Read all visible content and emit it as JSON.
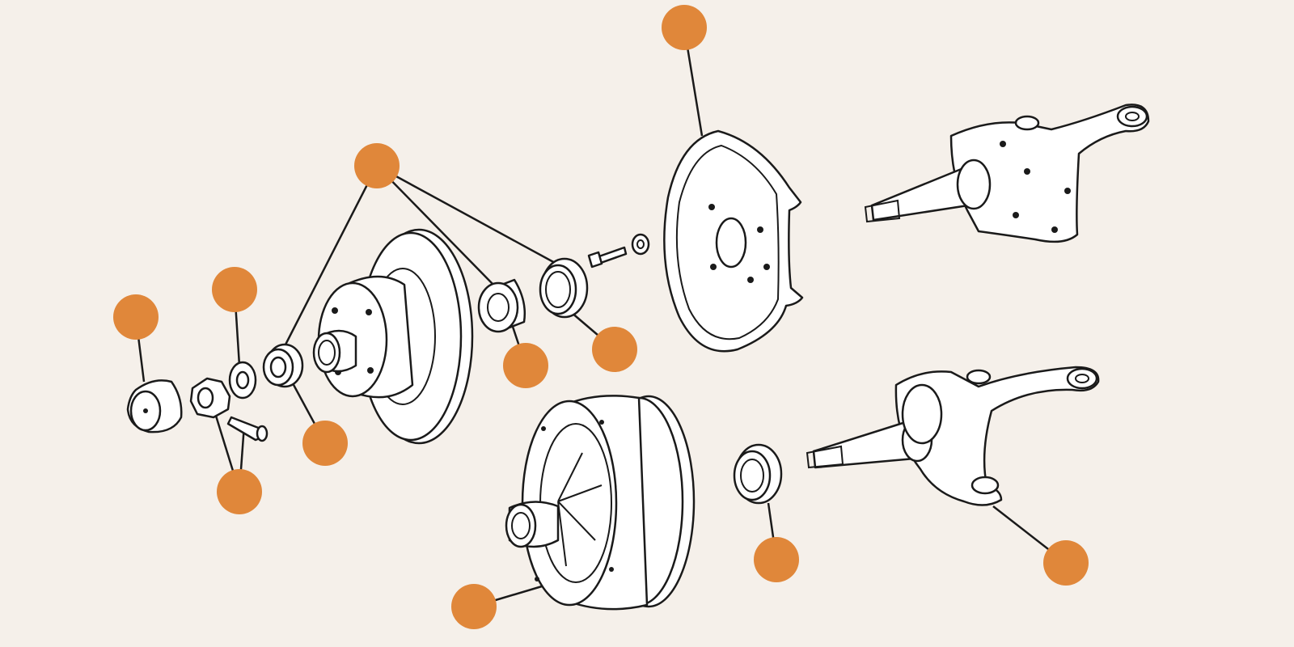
{
  "colors": {
    "background": "#f5f0ea",
    "callout": "#e0873a",
    "ink": "#1a1a1a",
    "part_fill": "#ffffff"
  },
  "parts": [
    "dust-cap",
    "clamp-nut",
    "thrust-washer",
    "outer-bearing",
    "disc-rotor-hub",
    "inner-bearing",
    "grease-seal",
    "backing-plate-bolt",
    "backing-plate-washer",
    "disc-backing-plate",
    "spindle-upper",
    "drum-brake-hub",
    "drum-grease-seal",
    "spindle-lower"
  ],
  "callouts": [
    {
      "id": "dust-cap"
    },
    {
      "id": "thrust-washer"
    },
    {
      "id": "clamp-nut"
    },
    {
      "id": "bearing-group"
    },
    {
      "id": "outer-bearing"
    },
    {
      "id": "inner-bearing"
    },
    {
      "id": "grease-seal"
    },
    {
      "id": "backing-plate"
    },
    {
      "id": "drum-hub"
    },
    {
      "id": "drum-seal"
    },
    {
      "id": "spindle"
    }
  ]
}
